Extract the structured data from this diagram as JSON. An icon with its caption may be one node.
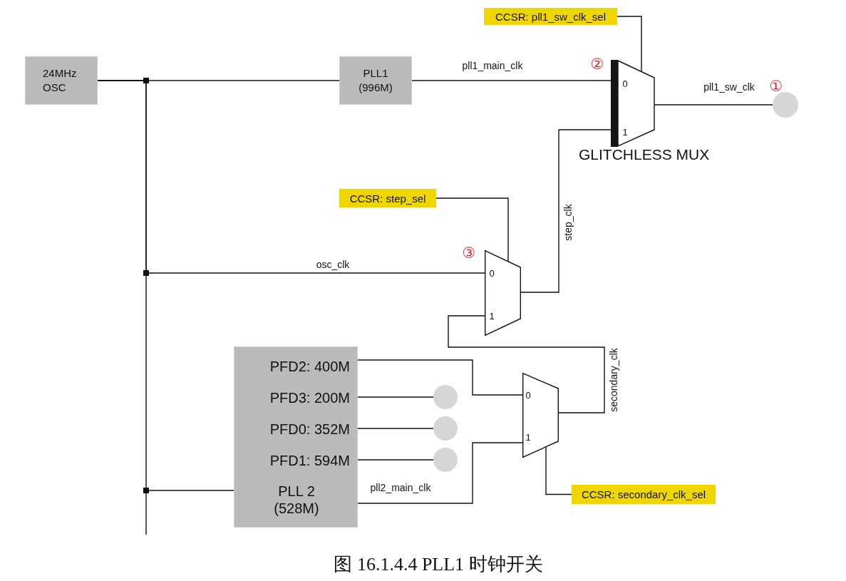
{
  "diagram": {
    "caption": "图 16.1.4.4 PLL1 时钟开关",
    "nodes": [
      {
        "text": [
          "CCSR: pll1_sw_clk_sel"
        ]
      },
      {
        "text": [
          "24MHz OSC"
        ]
      },
      {
        "text": [
          "PLL1 (996M)"
        ]
      },
      {
        "text": [
          "0",
          "1",
          "GLITCHLESS MUX"
        ]
      },
      {
        "text": [],
        "shape": "circle"
      },
      {
        "text": [
          "CCSR: step_sel"
        ]
      },
      {
        "text": [
          "0",
          "1"
        ]
      },
      {
        "text": [
          "PLL 2 (528M)"
        ]
      },
      {
        "text": [
          "PFD2: 400M"
        ],
        "in": 7
      },
      {
        "text": [
          "PFD3: 200M"
        ],
        "in": 7
      },
      {
        "text": [
          "PFD0: 352M"
        ],
        "in": 7
      },
      {
        "text": [
          "PFD1: 594M"
        ],
        "in": 7
      },
      {
        "text": [
          "0",
          "1"
        ]
      },
      {
        "text": [],
        "shape": "circle"
      },
      {
        "text": [],
        "shape": "circle"
      },
      {
        "text": [],
        "shape": "circle"
      },
      {
        "text": [
          "CCSR: secondary_clk_sel"
        ]
      }
    ],
    "edges": [
      {
        "from": 1,
        "to": 2,
        "arrow": "none"
      },
      {
        "from": 1,
        "to": 6,
        "label": "osc_clk",
        "arrow": "none"
      },
      {
        "from": 1,
        "to": 7,
        "arrow": "none"
      },
      {
        "from": 2,
        "to": 3,
        "label": "pll1_main_clk",
        "arrow": "none"
      },
      {
        "from": 0,
        "to": 3,
        "arrow": "none"
      },
      {
        "from": 3,
        "to": 4,
        "label": "pll1_sw_clk",
        "arrow": "none"
      },
      {
        "from": 5,
        "to": 6,
        "arrow": "none"
      },
      {
        "from": 6,
        "to": 3,
        "label": "step_clk",
        "arrow": "none"
      },
      {
        "from": 8,
        "to": 12,
        "arrow": "none"
      },
      {
        "from": 9,
        "to": 13,
        "arrow": "none"
      },
      {
        "from": 10,
        "to": 14,
        "arrow": "none"
      },
      {
        "from": 11,
        "to": 15,
        "arrow": "none"
      },
      {
        "from": 7,
        "to": 12,
        "label": "pll2_main_clk",
        "arrow": "none"
      },
      {
        "from": 12,
        "to": 6,
        "label": "secondary_clk",
        "arrow": "none"
      },
      {
        "from": 16,
        "to": 12,
        "arrow": "none"
      }
    ],
    "labels": [
      "②",
      "①",
      "③"
    ]
  }
}
